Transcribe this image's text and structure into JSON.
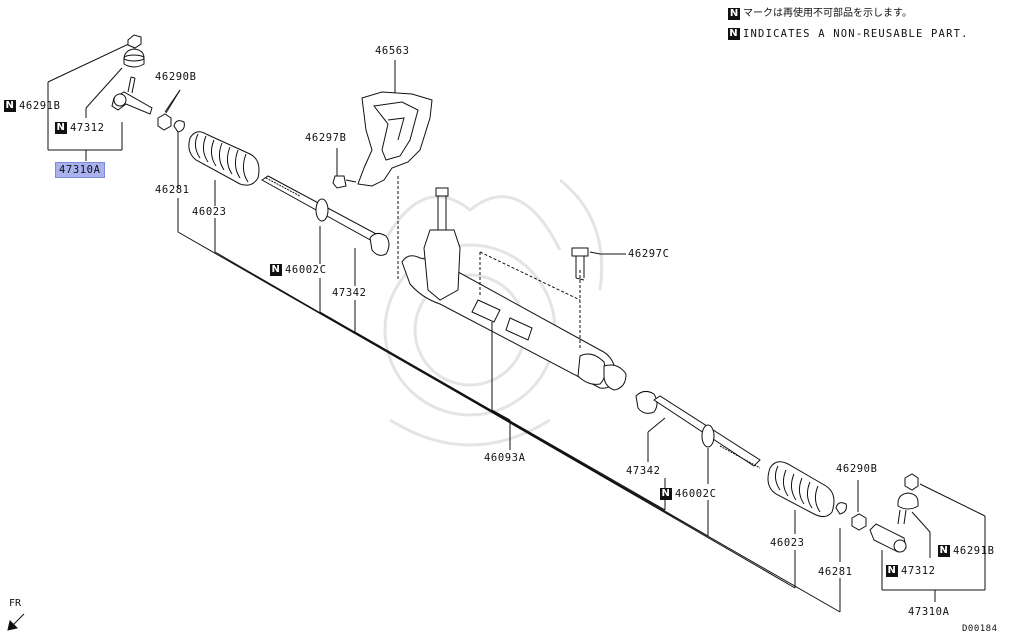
{
  "legend": {
    "badge": "N",
    "jp": "マークは再使用不可部品を示します。",
    "en": "INDICATES A NON-REUSABLE PART."
  },
  "labels": {
    "p46563": "46563",
    "p46290b_l": "46290B",
    "p46291b_l": "46291B",
    "p47312_l": "47312",
    "p47310a_l": "47310A",
    "p46297b": "46297B",
    "p46281_l": "46281",
    "p46023_l": "46023",
    "p46297c": "46297C",
    "p46002c_l": "46002C",
    "p47342_l": "47342",
    "p46093a": "46093A",
    "p47342_r": "47342",
    "p46002c_r": "46002C",
    "p46290b_r": "46290B",
    "p46023_r": "46023",
    "p46291b_r": "46291B",
    "p47312_r": "47312",
    "p46281_r": "46281",
    "p47310a_r": "47310A"
  },
  "orientation": "FR",
  "diagram_code": "D00184",
  "colors": {
    "highlight": "#a9b2ee",
    "line": "#111111",
    "watermark": "#e6e6e6"
  }
}
